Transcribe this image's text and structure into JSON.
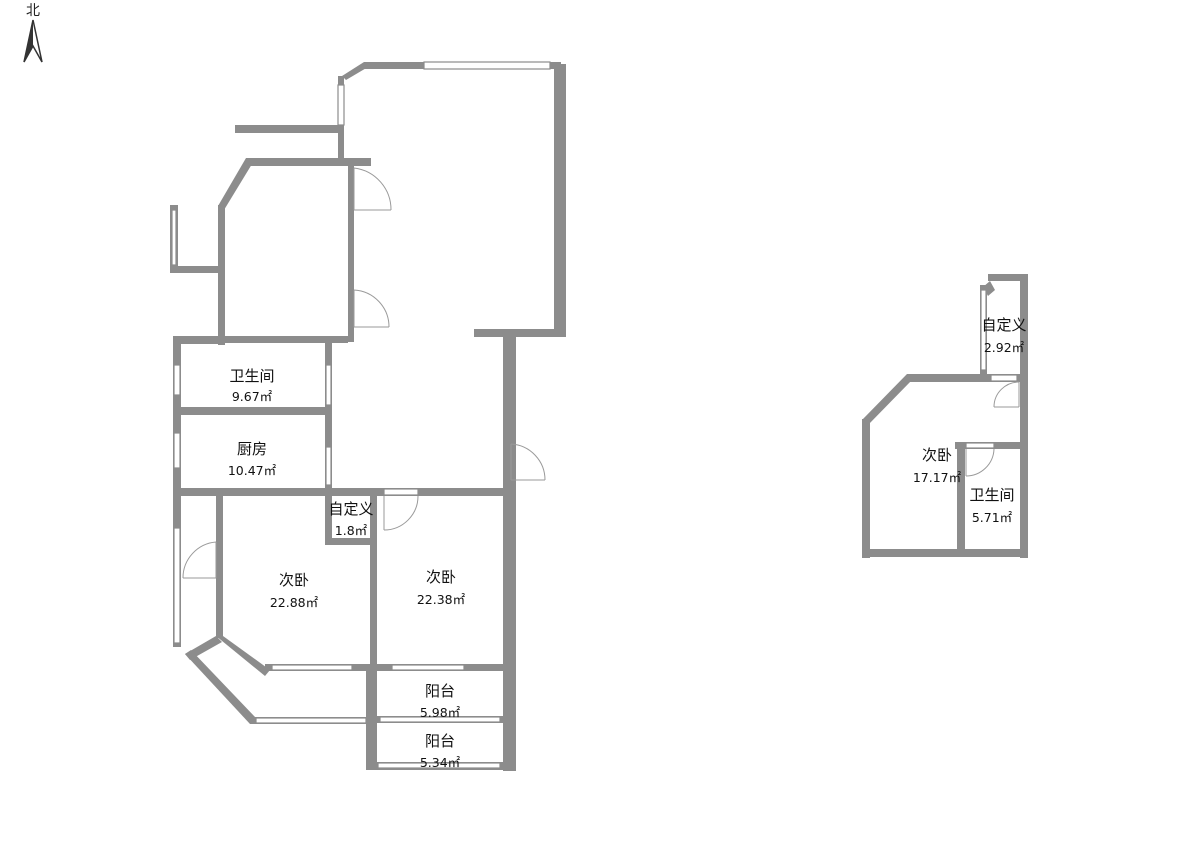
{
  "compass": {
    "label": "北"
  },
  "floor1": {
    "rooms": [
      {
        "id": "bathroom",
        "name": "卫生间",
        "area": "9.67㎡"
      },
      {
        "id": "kitchen",
        "name": "厨房",
        "area": "10.47㎡"
      },
      {
        "id": "custom",
        "name": "自定义",
        "area": "1.8㎡"
      },
      {
        "id": "bedroom-a",
        "name": "次卧",
        "area": "22.88㎡"
      },
      {
        "id": "bedroom-b",
        "name": "次卧",
        "area": "22.38㎡"
      },
      {
        "id": "balcony-a",
        "name": "阳台",
        "area": "5.98㎡"
      },
      {
        "id": "balcony-b",
        "name": "阳台",
        "area": "5.34㎡"
      }
    ]
  },
  "floor2": {
    "rooms": [
      {
        "id": "custom",
        "name": "自定义",
        "area": "2.92㎡"
      },
      {
        "id": "bedroom",
        "name": "次卧",
        "area": "17.17㎡"
      },
      {
        "id": "bathroom",
        "name": "卫生间",
        "area": "5.71㎡"
      }
    ]
  }
}
